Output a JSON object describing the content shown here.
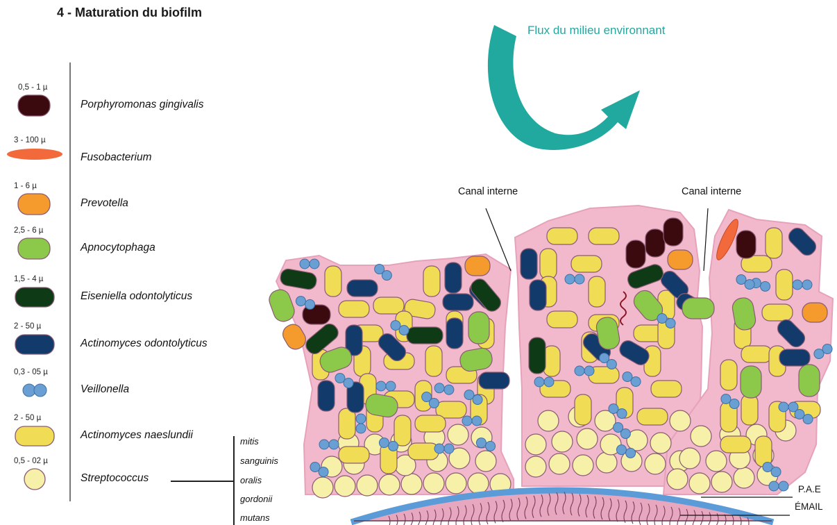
{
  "title": "4 - Maturation du biofilm",
  "flow_label": "Flux du milieu environnant",
  "canal_labels": [
    "Canal interne",
    "Canal interne"
  ],
  "surface_labels": {
    "pae": "P.A.E",
    "email": "ÉMAIL"
  },
  "legend": [
    {
      "size": "0,5 - 1  µ",
      "name": "Porphyromonas gingivalis",
      "color": "#3a0a0f",
      "shape": "rounded-rect"
    },
    {
      "size": "3 - 100 µ",
      "name": "Fusobacterium",
      "color": "#f26a3b",
      "shape": "spindle"
    },
    {
      "size": "1 - 6 µ",
      "name": "Prevotella",
      "color": "#f59a2c",
      "shape": "rounded-rect"
    },
    {
      "size": "2,5 - 6 µ",
      "name": "Apnocytophaga",
      "color": "#8cc84a",
      "shape": "rounded-rect"
    },
    {
      "size": "1,5 - 4 µ",
      "name": "Eiseniella odontolyticus",
      "color": "#0e3b16",
      "shape": "capsule"
    },
    {
      "size": "2 - 50 µ",
      "name": "Actinomyces odontolyticus",
      "color": "#123a6b",
      "shape": "capsule"
    },
    {
      "size": "0,3 - 05 µ",
      "name": "Veillonella",
      "color": "#6a9fd4",
      "shape": "diplococcus"
    },
    {
      "size": "2 - 50 µ",
      "name": "Actinomyces naeslundii",
      "color": "#f1dc55",
      "shape": "capsule"
    },
    {
      "size": "0,5 - 02 µ",
      "name": "Streptococcus",
      "color": "#f6f0a8",
      "shape": "coccus"
    }
  ],
  "streptococcus_species": [
    "mitis",
    "sanguinis",
    "oralis",
    "gordonii",
    "mutans"
  ],
  "colors": {
    "matrix": "#f2b8cc",
    "outline": "#8a5b74",
    "flow_arrow": "#22a99f",
    "pae_layer": "#5a9bd8",
    "enamel": "#e7a8bf",
    "enamel_lines": "#7a3d5a",
    "fibre": "#8a1525"
  }
}
